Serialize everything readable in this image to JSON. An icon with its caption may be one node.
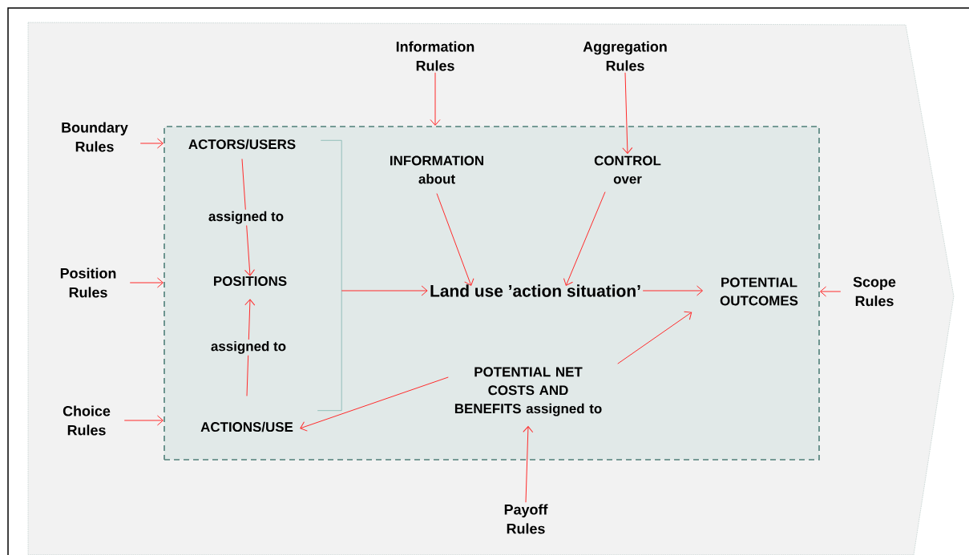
{
  "diagram": {
    "nodes": [
      {
        "text": [
          "Information Rules"
        ]
      },
      {
        "text": [
          "Aggregation Rules"
        ]
      },
      {
        "text": [
          "Boundary Rules"
        ]
      },
      {
        "text": [
          "Position Rules"
        ]
      },
      {
        "text": [
          "Choice Rules"
        ]
      },
      {
        "text": [],
        "shape": "box"
      },
      {
        "text": [],
        "shape": "bracket",
        "in": 5
      },
      {
        "text": [
          "ACTORS/USERS"
        ],
        "in": 5
      },
      {
        "text": [
          "POSITIONS"
        ],
        "in": 5
      },
      {
        "text": [
          "ACTIONS/USE"
        ],
        "in": 5
      },
      {
        "text": [
          "INFORMATION about"
        ],
        "in": 5
      },
      {
        "text": [
          "CONTROL over"
        ],
        "in": 5
      },
      {
        "text": [
          "Land use ’action situation’"
        ],
        "in": 5
      },
      {
        "text": [
          "POTENTIAL OUTCOMES"
        ],
        "in": 5
      },
      {
        "text": [
          "POTENTIAL NET COSTS AND BENEFITS assigned to"
        ],
        "in": 5
      },
      {
        "text": [
          "Scope Rules"
        ]
      },
      {
        "text": [
          "Payoff Rules"
        ]
      }
    ],
    "edges": [
      {
        "from": 0,
        "to": 5,
        "arrow": "to"
      },
      {
        "from": 1,
        "to": 11,
        "arrow": "to"
      },
      {
        "from": 2,
        "to": 5,
        "arrow": "to"
      },
      {
        "from": 3,
        "to": 5,
        "arrow": "to"
      },
      {
        "from": 4,
        "to": 5,
        "arrow": "to"
      },
      {
        "from": 7,
        "to": 8,
        "arrow": "to",
        "label": "assigned to"
      },
      {
        "from": 9,
        "to": 8,
        "arrow": "to",
        "label": "assigned to"
      },
      {
        "from": 10,
        "to": 12,
        "arrow": "to"
      },
      {
        "from": 11,
        "to": 12,
        "arrow": "to"
      },
      {
        "from": 6,
        "to": 12,
        "arrow": "to"
      },
      {
        "from": 12,
        "to": 13,
        "arrow": "to"
      },
      {
        "from": 14,
        "to": 13,
        "arrow": "to"
      },
      {
        "from": 14,
        "to": 9,
        "arrow": "to"
      },
      {
        "from": 15,
        "to": 5,
        "arrow": "to"
      },
      {
        "from": 16,
        "to": 14,
        "arrow": "to"
      }
    ]
  }
}
